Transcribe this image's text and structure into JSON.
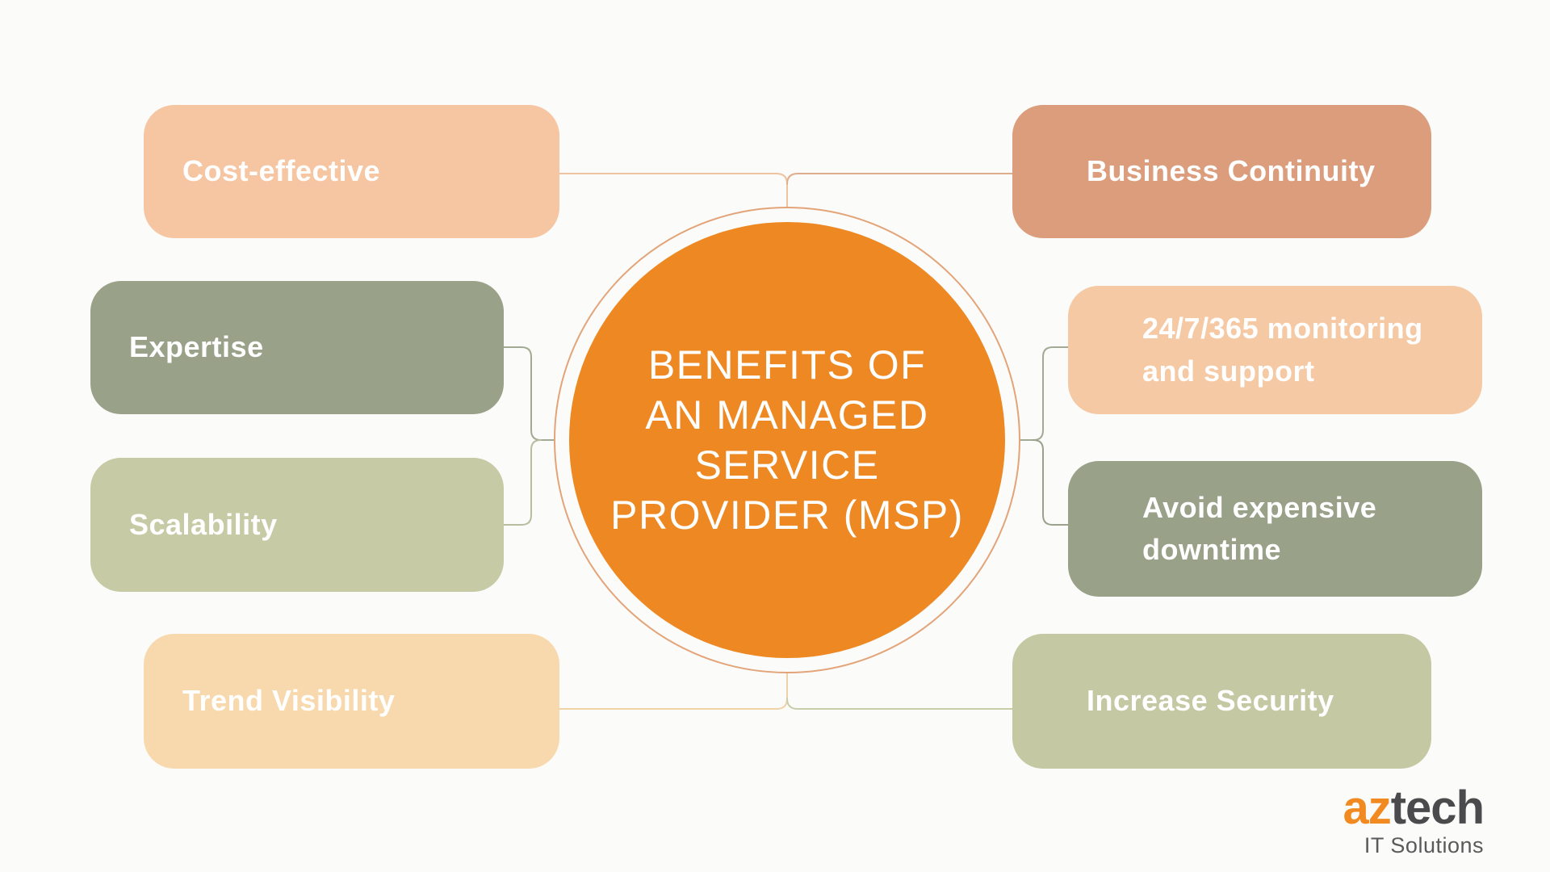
{
  "background_color": "#fbfbf9",
  "center": {
    "line1": "BENEFITS OF",
    "line2": "AN MANAGED",
    "line3": "SERVICE",
    "line4": "PROVIDER (MSP)",
    "circle_color": "#ee8822",
    "ring_color": "#e2a478"
  },
  "benefits": {
    "left": [
      {
        "label": "Cost-effective",
        "color": "#f6c6a3"
      },
      {
        "label": "Expertise",
        "color": "#99a189"
      },
      {
        "label": "Scalability",
        "color": "#c6caa5"
      },
      {
        "label": "Trend Visibility",
        "color": "#f8d9ae"
      }
    ],
    "right": [
      {
        "label": "Business Continuity",
        "color": "#db9d7b"
      },
      {
        "label": "24/7/365 monitoring and support",
        "color": "#f6c9a5"
      },
      {
        "label": "Avoid expensive downtime",
        "color": "#99a189"
      },
      {
        "label": "Increase Security",
        "color": "#c4c8a3"
      }
    ]
  },
  "logo": {
    "part1": "az",
    "part2": "tech",
    "subtitle": "IT Solutions",
    "accent_color": "#f08a21",
    "dark_color": "#4b4b4d"
  }
}
